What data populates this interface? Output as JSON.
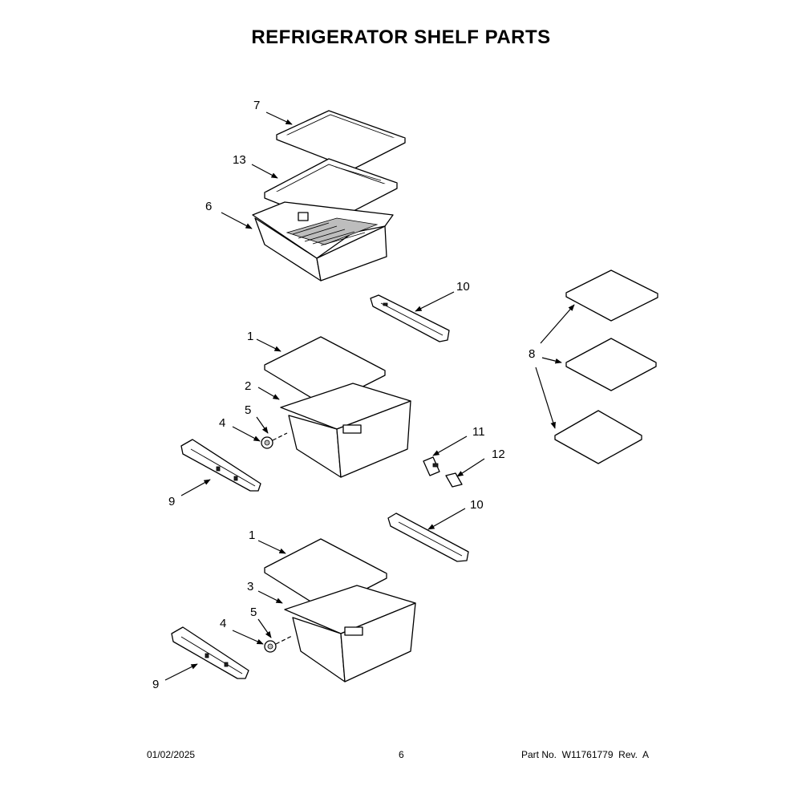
{
  "title": "REFRIGERATOR SHELF PARTS",
  "footer": {
    "date": "01/02/2025",
    "page": "6",
    "part_no": "Part No.  W11761779  Rev.  A"
  },
  "callouts": {
    "c7": "7",
    "c13": "13",
    "c6": "6",
    "c10a": "10",
    "c8": "8",
    "c1a": "1",
    "c2": "2",
    "c5a": "5",
    "c4a": "4",
    "c9a": "9",
    "c11": "11",
    "c12": "12",
    "c10b": "10",
    "c1b": "1",
    "c3": "3",
    "c5b": "5",
    "c4b": "4",
    "c9b": "9"
  }
}
